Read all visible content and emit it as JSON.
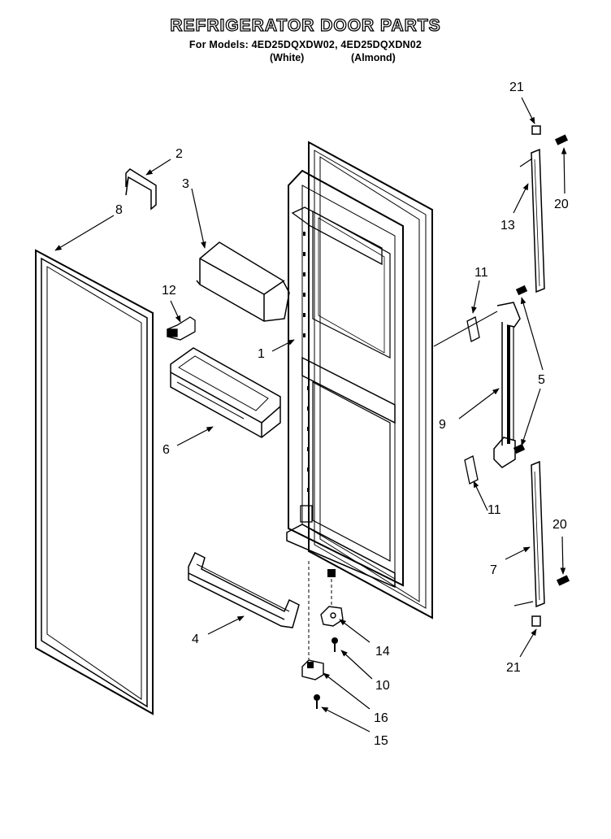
{
  "header": {
    "title": "REFRIGERATOR DOOR PARTS",
    "models_line": "For Models: 4ED25DQXDW02, 4ED25DQXDN02",
    "variant_white": "(White)",
    "variant_almond": "(Almond)"
  },
  "callouts": {
    "c1": "1",
    "c2": "2",
    "c3": "3",
    "c4": "4",
    "c5": "5",
    "c6": "6",
    "c7": "7",
    "c8": "8",
    "c9": "9",
    "c10": "10",
    "c11a": "11",
    "c11b": "11",
    "c12": "12",
    "c13": "13",
    "c14": "14",
    "c15": "15",
    "c16": "16",
    "c20a": "20",
    "c20b": "20",
    "c21a": "21",
    "c21b": "21"
  }
}
